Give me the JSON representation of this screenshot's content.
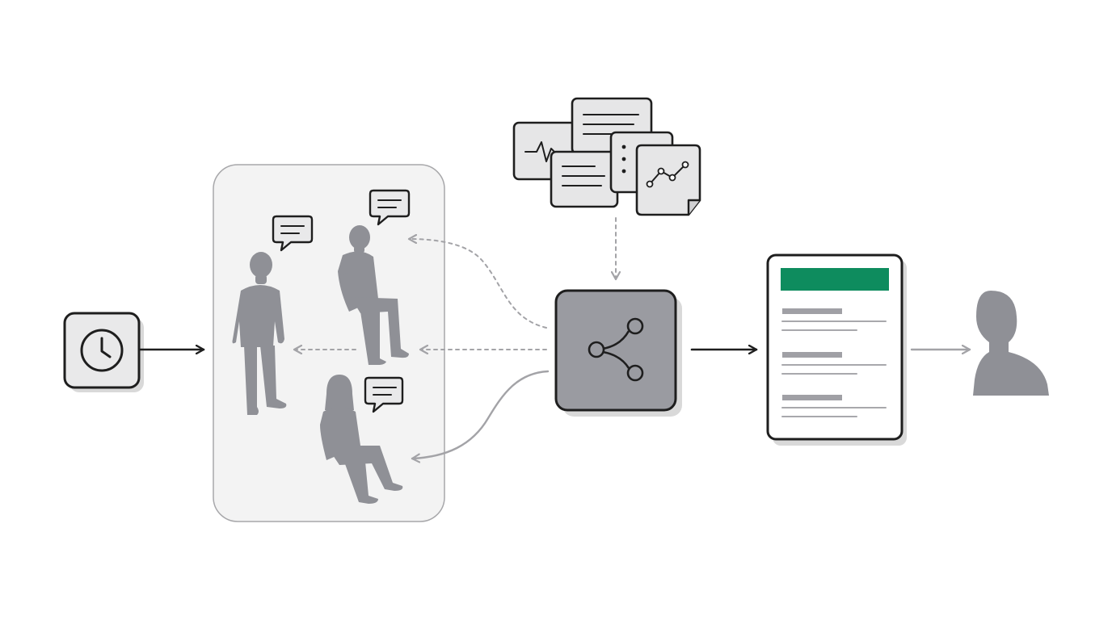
{
  "colors": {
    "accent_green": "#0e8c5e",
    "node_gray": "#9a9ba1",
    "figure_gray": "#8f9096",
    "panel_fill": "#f3f3f3",
    "outline": "#1e1e1e",
    "connector_gray": "#a3a3a7"
  },
  "icons": {
    "scheduler": "clock-icon",
    "hub": "share-network-icon",
    "documents": [
      "waveform-icon",
      "text-lines-icon",
      "text-lines-icon",
      "vertical-dots-icon",
      "line-chart-icon"
    ],
    "report": "report-document-icon",
    "recipient": "person-bust-icon"
  },
  "structure": {
    "participants": [
      "standing-person",
      "seated-person",
      "seated-person"
    ],
    "speech_bubbles": 3,
    "report_sections": 3
  }
}
